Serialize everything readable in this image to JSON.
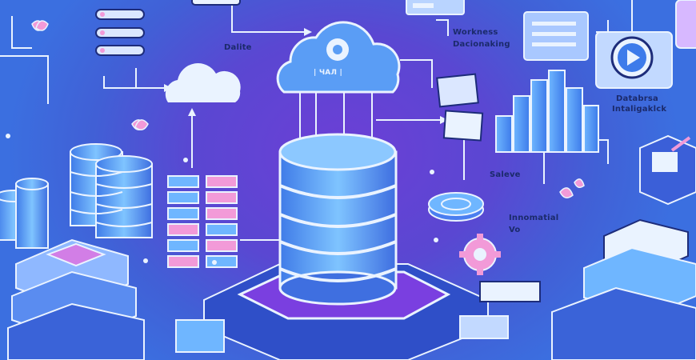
{
  "labels": {
    "top_center": "Dalite",
    "top_right_1": "Workness",
    "top_right_2": "Dacionaking",
    "cloud_text": "| ЧАЛ |",
    "right_1": "Databrsa",
    "right_2": "Intaligaklck",
    "mid_right": "Saleve",
    "lower_right_1": "Innomatial",
    "lower_right_2": "Vo"
  },
  "colors": {
    "accent_blue": "#5aa8ff",
    "accent_pink": "#f29ad8",
    "outline": "#1d2c7a",
    "light": "#eaf3ff"
  },
  "icons": [
    "cloud-icon",
    "database-icon",
    "bar-chart-icon",
    "play-icon",
    "gear-icon",
    "leaf-icon",
    "server-icon",
    "tablet-icon"
  ]
}
